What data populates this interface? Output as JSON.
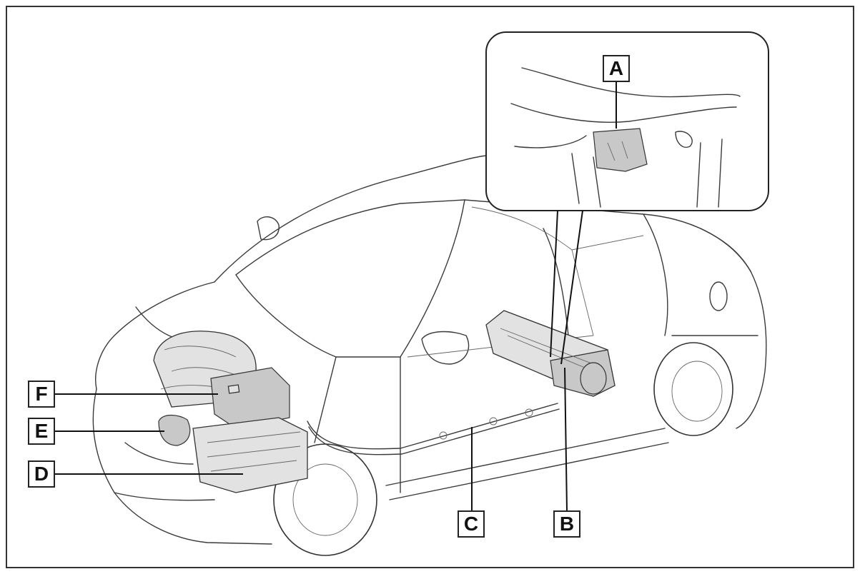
{
  "diagram": {
    "callouts": {
      "a": "A",
      "b": "B",
      "c": "C",
      "d": "D",
      "e": "E",
      "f": "F"
    }
  }
}
